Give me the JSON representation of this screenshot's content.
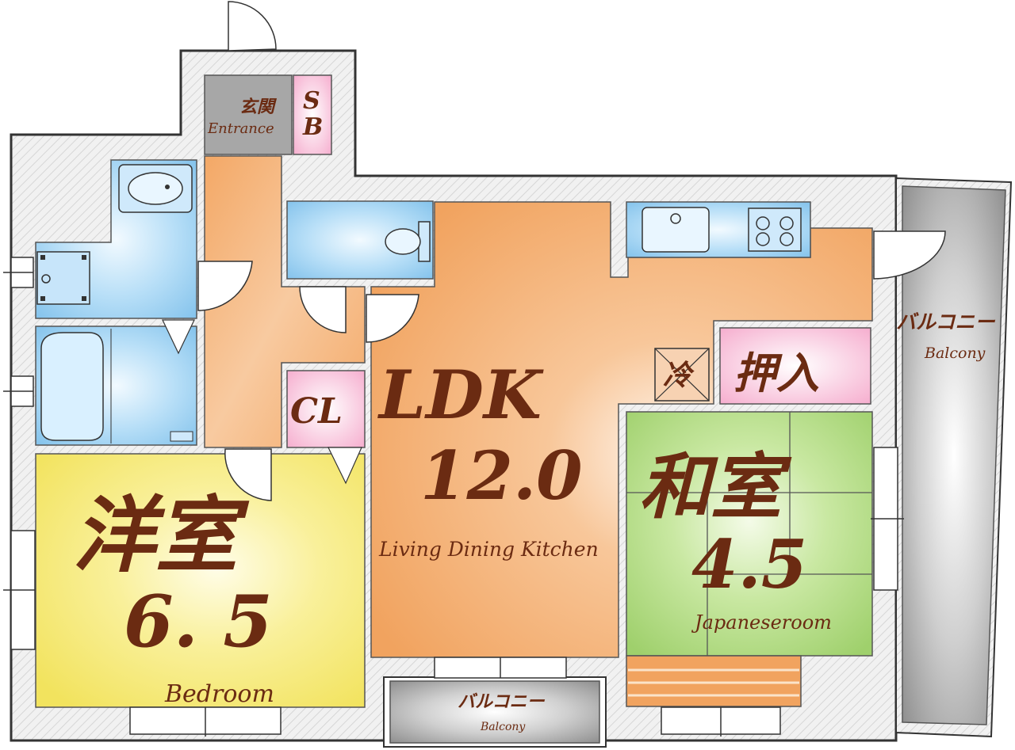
{
  "rooms": {
    "entrance": {
      "jp": "玄関",
      "en": "Entrance"
    },
    "sb": {
      "line1": "S",
      "line2": "B"
    },
    "cl": {
      "label": "CL"
    },
    "ldk": {
      "label": "LDK",
      "size": "12.0",
      "en": "Living Dining Kitchen"
    },
    "refrigerator": {
      "label": "冷"
    },
    "closet": {
      "label": "押入"
    },
    "japanese": {
      "label": "和室",
      "size": "4.5",
      "en": "Japaneseroom"
    },
    "bedroom": {
      "label": "洋室",
      "size": "6. 5",
      "en": "Bedroom"
    },
    "balcony_east": {
      "jp": "バルコニー",
      "en": "Balcony"
    },
    "balcony_south": {
      "jp": "バルコニー",
      "en": "Balcony"
    }
  },
  "colors": {
    "wall": "#eeeeee",
    "wall_line": "#333333",
    "ldk": "#f3a866",
    "bedroom": "#f6ec7a",
    "japanese": "#a9d67a",
    "wet": "#8ec8ee",
    "pink": "#f7b8d4",
    "balcony": "#9b9b9b",
    "hall": "#f4b27a",
    "text": "#6b2b12"
  }
}
